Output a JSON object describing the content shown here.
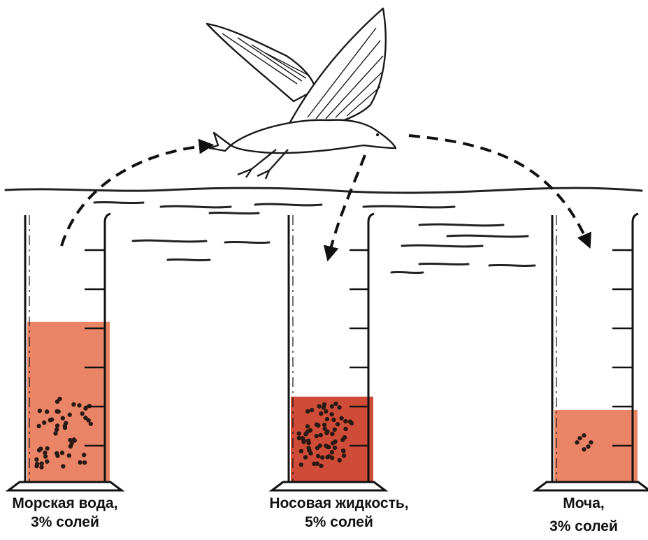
{
  "colors": {
    "liquid": "#e98467",
    "liquid_concentrated": "#cf4d38",
    "ink": "#111111",
    "background": "#ffffff"
  },
  "cylinders": [
    {
      "id": "sea-water",
      "line1": "Морская вода,",
      "line2": "3% солей",
      "fill_fraction": 0.6,
      "salt_density": "medium"
    },
    {
      "id": "nasal-fluid",
      "line1": "Носовая жидкость,",
      "line2": "5% солей",
      "fill_fraction": 0.32,
      "salt_density": "high"
    },
    {
      "id": "urine",
      "line1": "Моча,",
      "line2": "3% солей",
      "fill_fraction": 0.27,
      "salt_density": "low"
    }
  ],
  "icons": [
    "seagull-icon",
    "arrow-icon",
    "water-waves-icon"
  ]
}
